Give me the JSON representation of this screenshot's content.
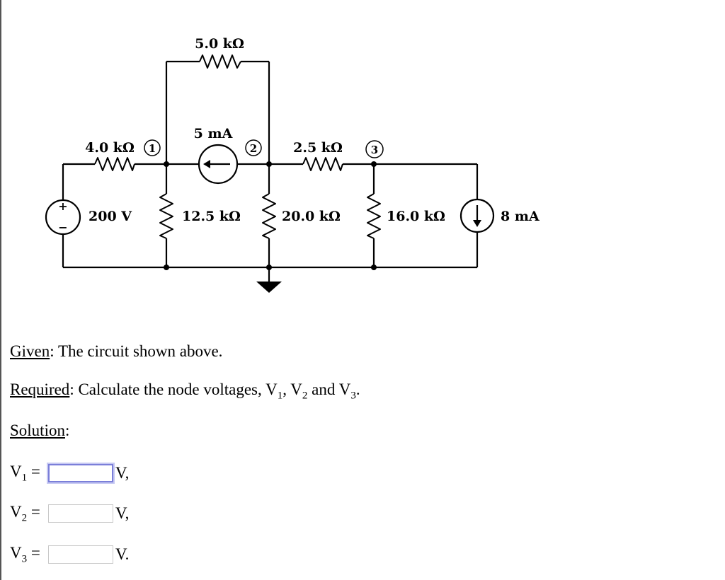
{
  "circuit": {
    "r_top": "5.0 kΩ",
    "r_left": "4.0 kΩ",
    "r_middle": "2.5 kΩ",
    "r_v1": "12.5 kΩ",
    "r_v2": "20.0 kΩ",
    "r_v3": "16.0 kΩ",
    "source_voltage": "200 V",
    "source_current_top": "5 mA",
    "source_current_right": "8 mA",
    "node1": "1",
    "node2": "2",
    "node3": "3",
    "plus": "+",
    "minus": "−"
  },
  "problem": {
    "given_label": "Given",
    "given_text": ": The circuit shown above.",
    "required_label": "Required",
    "required_text": ": Calculate the node voltages, V",
    "required_sub1": "1",
    "required_sep1": ", V",
    "required_sub2": "2",
    "required_sep2": " and V",
    "required_sub3": "3",
    "required_end": ".",
    "solution_label": "Solution",
    "solution_colon": ":"
  },
  "answers": [
    {
      "var": "V",
      "sub": "1",
      "eq": " =",
      "value": "",
      "unit": "V,"
    },
    {
      "var": "V",
      "sub": "2",
      "eq": " =",
      "value": "",
      "unit": "V,"
    },
    {
      "var": "V",
      "sub": "3",
      "eq": " =",
      "value": "",
      "unit": "V."
    }
  ]
}
